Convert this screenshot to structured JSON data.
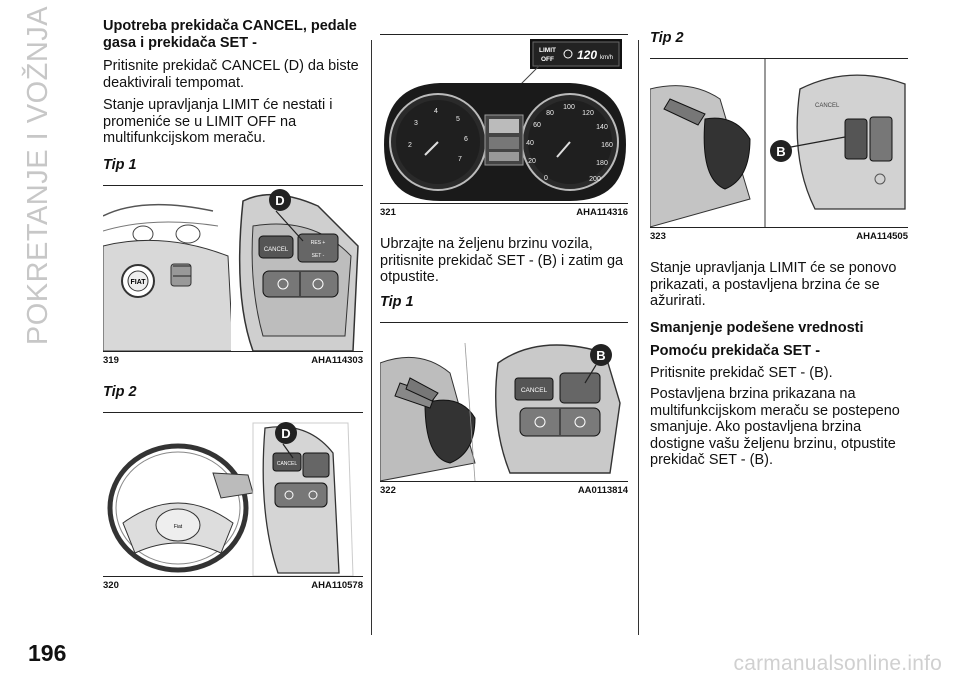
{
  "side_title": "POKRETANJE I VOŽNJA",
  "page_number": "196",
  "watermark": "carmanualsonline.info",
  "col1": {
    "heading": "Upotreba prekidača CANCEL, pedale gasa i prekidača SET -",
    "p1": "Pritisnite prekidač CANCEL (D) da biste deaktivirali tempomat.",
    "p2": "Stanje upravljanja LIMIT će nestati i promeniće se u LIMIT OFF na multifunkcijskom meraču.",
    "tip1": "Tip 1",
    "fig319": {
      "num": "319",
      "code": "AHA114303",
      "callout": "D"
    },
    "tip2": "Tip 2",
    "fig320": {
      "num": "320",
      "code": "AHA110578",
      "callout": "D"
    }
  },
  "col2": {
    "fig321": {
      "num": "321",
      "code": "AHA114316",
      "limit": "LIMIT",
      "off": "OFF",
      "speed": "120",
      "unit": "km/h"
    },
    "p1": "Ubrzajte na željenu brzinu vozila, pritisnite prekidač SET - (B) i zatim ga otpustite.",
    "tip1": "Tip 1",
    "fig322": {
      "num": "322",
      "code": "AA0113814",
      "callout": "B",
      "cancel": "CANCEL"
    }
  },
  "col3": {
    "tip2": "Tip 2",
    "fig323": {
      "num": "323",
      "code": "AHA114505",
      "callout": "B"
    },
    "p1": "Stanje upravljanja LIMIT će se ponovo prikazati, a postavljena brzina će se ažurirati.",
    "heading1": "Smanjenje podešene vrednosti",
    "heading2": "Pomoću prekidača SET -",
    "p2": "Pritisnite prekidač SET - (B).",
    "p3": "Postavljena brzina prikazana na multifunkcijskom meraču se postepeno smanjuje. Ako postavljena brzina dostigne vašu željenu brzinu, otpustite prekidač SET - (B)."
  }
}
